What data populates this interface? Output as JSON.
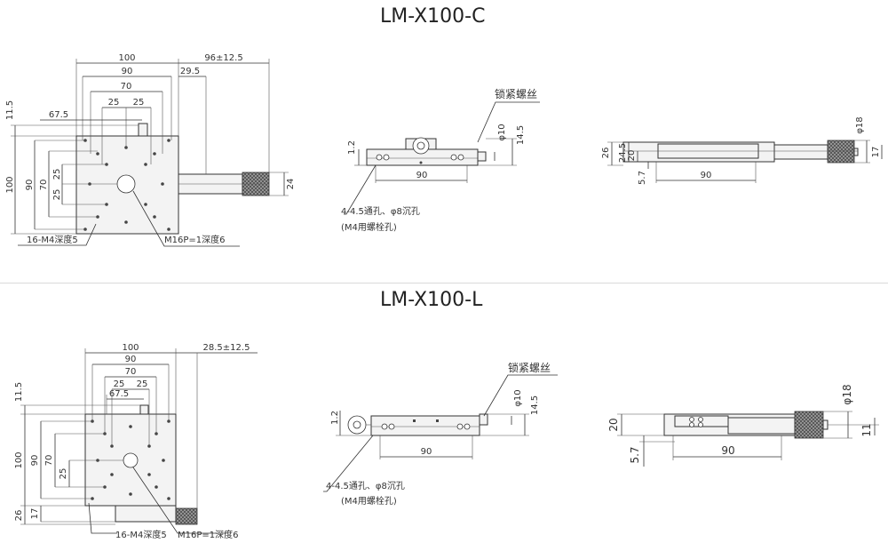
{
  "titles": {
    "top": "LM-X100-C",
    "bottom": "LM-X100-L"
  },
  "top_plan": {
    "dims": {
      "w100": "100",
      "w90": "90",
      "w70": "70",
      "w25a": "25",
      "w25b": "25",
      "w67_5": "67.5",
      "travel": "96±12.5",
      "d29_5": "29.5",
      "h11_5": "11.5",
      "v100": "100",
      "v90": "90",
      "v70": "70",
      "v25a": "25",
      "v25b": "25",
      "v24": "24"
    },
    "notes": {
      "holes": "16-M4深度5",
      "center": "M16P=1深度6"
    }
  },
  "top_side": {
    "lock_label": "锁紧螺丝",
    "dims": {
      "phi10": "φ10",
      "d14_5": "14.5",
      "d1_2": "1.2",
      "d90": "90"
    },
    "notes": {
      "holes": "4-4.5通孔、φ8沉孔",
      "bolt": "(M4用螺栓孔)"
    }
  },
  "top_end": {
    "dims": {
      "d26": "26",
      "d24_5": "24.5",
      "d20": "20",
      "d5_7": "5.7",
      "d90": "90",
      "phi18": "φ18",
      "d17": "17"
    }
  },
  "bottom_plan": {
    "dims": {
      "w100": "100",
      "w90": "90",
      "w70": "70",
      "w25a": "25",
      "w25b": "25",
      "w67_5": "67.5",
      "travel": "28.5±12.5",
      "h11_5": "11.5",
      "v100": "100",
      "v90": "90",
      "v70": "70",
      "v25": "25",
      "v26": "26",
      "v17": "17"
    },
    "notes": {
      "holes": "16-M4深度5",
      "center": "M16P=1深度6"
    }
  },
  "bottom_side": {
    "lock_label": "锁紧螺丝",
    "dims": {
      "phi10": "φ10",
      "d14_5": "14.5",
      "d1_2": "1.2",
      "d90": "90"
    },
    "notes": {
      "holes": "4-4.5通孔、φ8沉孔",
      "bolt": "(M4用螺栓孔)"
    }
  },
  "bottom_end": {
    "dims": {
      "d20": "20",
      "d5_7": "5.7",
      "d90": "90",
      "phi18": "φ18",
      "d11": "11"
    }
  }
}
